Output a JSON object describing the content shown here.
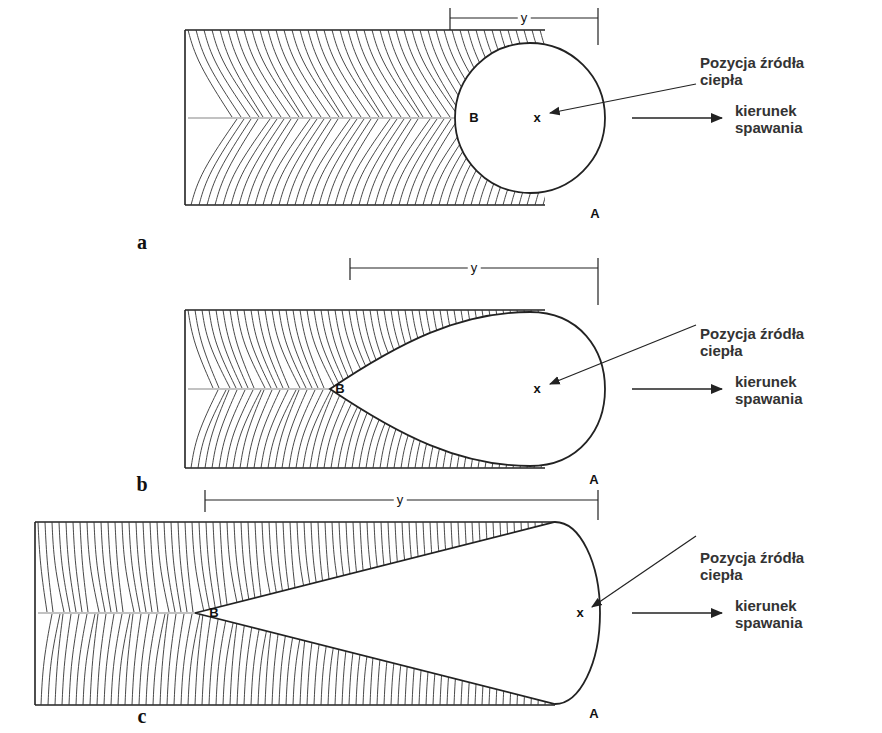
{
  "diagram": {
    "labels": [
      "y",
      "Pozycja źródła ciepła",
      "kierunek spawania",
      "B",
      "x",
      "A",
      "a",
      "y",
      "Pozycja źródła ciepła",
      "kierunek spawania",
      "B",
      "x",
      "A",
      "b",
      "y",
      "Pozycja źródła ciepła",
      "kierunek spawania",
      "B",
      "x",
      "A",
      "c"
    ]
  }
}
